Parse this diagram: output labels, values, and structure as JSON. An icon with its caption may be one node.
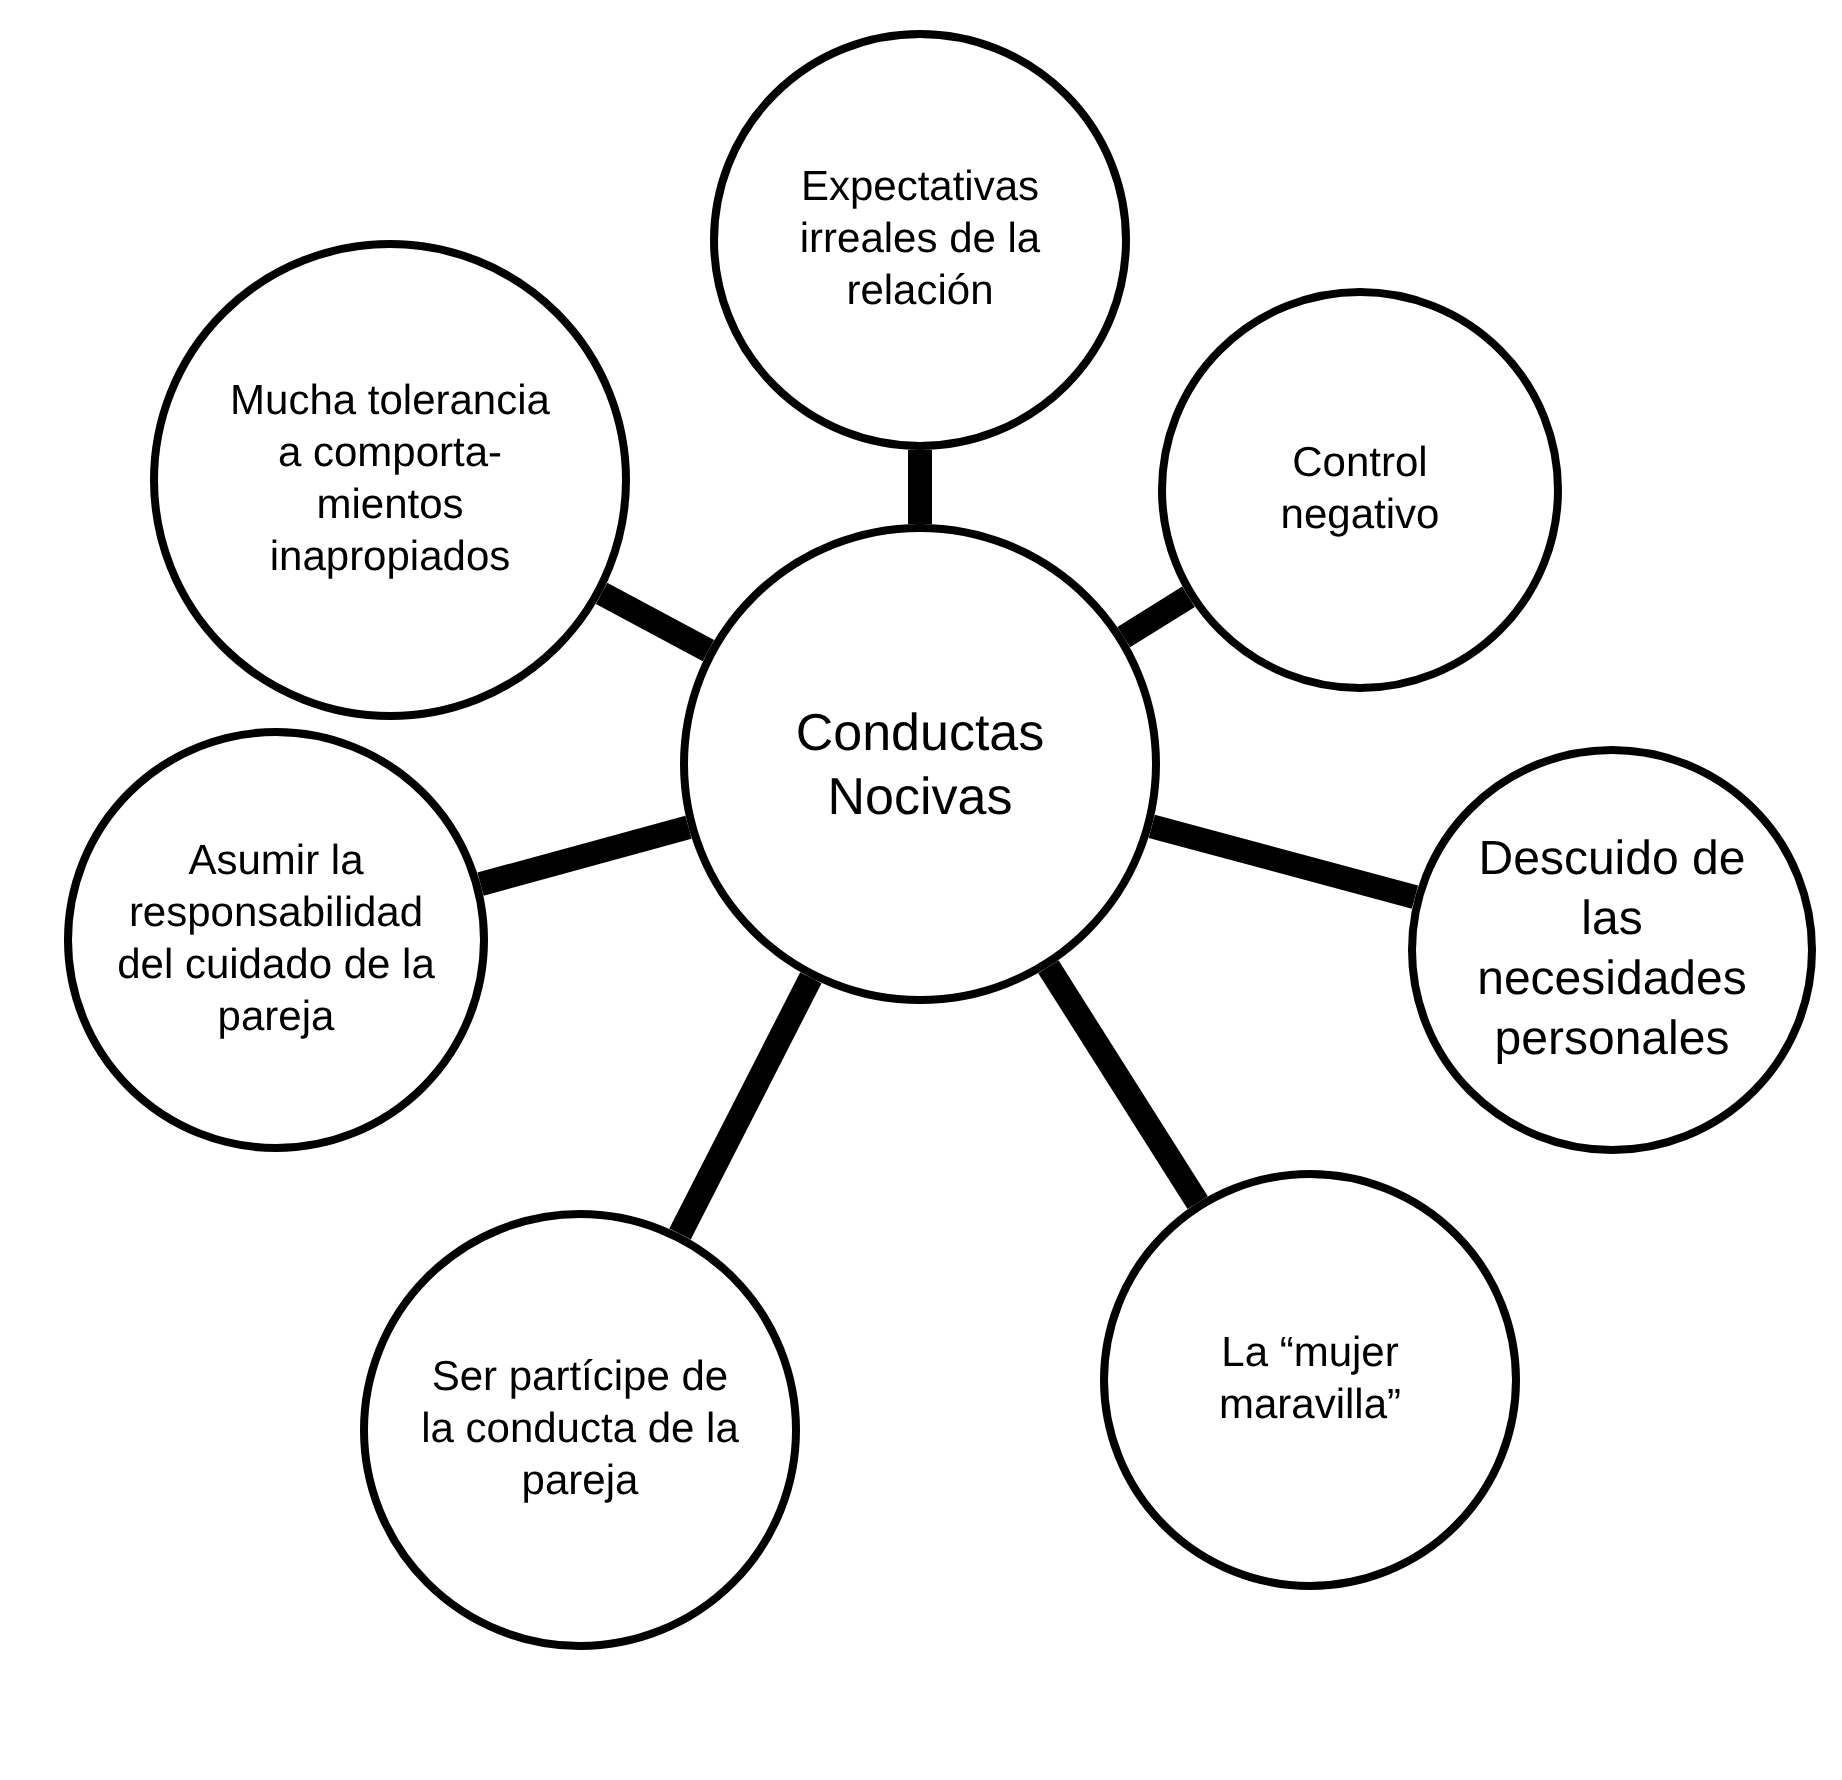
{
  "diagram": {
    "nodes": [
      {
        "text": [
          "Conductas Nocivas"
        ]
      },
      {
        "text": [
          "Expectativas irreales de la relación"
        ]
      },
      {
        "text": [
          "Control negativo"
        ]
      },
      {
        "text": [
          "Descuido de las necesidades personales"
        ]
      },
      {
        "text": [
          "La “mujer maravilla”"
        ]
      },
      {
        "text": [
          "Ser partícipe de la conducta de la pareja"
        ]
      },
      {
        "text": [
          "Asumir la responsabilidad del cuidado de la pareja"
        ]
      },
      {
        "text": [
          "Mucha tolerancia a comporta-mientos inapropiados"
        ]
      }
    ],
    "edges": [
      {
        "from": 0,
        "to": 1,
        "arrow": "none"
      },
      {
        "from": 0,
        "to": 2,
        "arrow": "none"
      },
      {
        "from": 0,
        "to": 3,
        "arrow": "none"
      },
      {
        "from": 0,
        "to": 4,
        "arrow": "none"
      },
      {
        "from": 0,
        "to": 5,
        "arrow": "none"
      },
      {
        "from": 0,
        "to": 6,
        "arrow": "none"
      },
      {
        "from": 0,
        "to": 7,
        "arrow": "none"
      }
    ]
  }
}
